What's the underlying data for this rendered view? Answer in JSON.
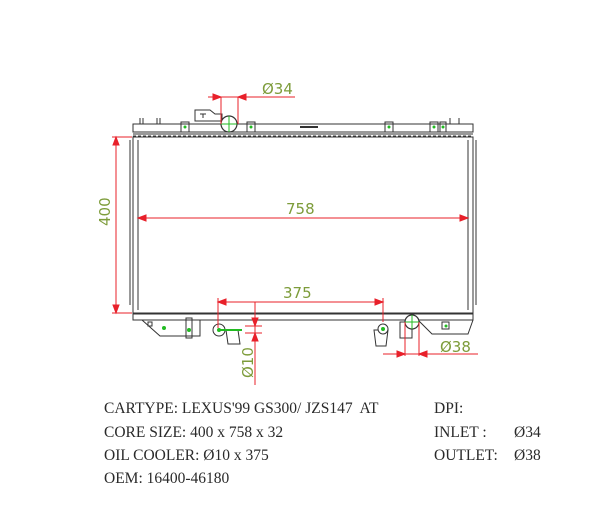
{
  "drawing": {
    "dim_width": "758",
    "dim_height": "400",
    "dim_inlet": "Ø34",
    "dim_outlet": "Ø38",
    "dim_oil_cooler_spacing": "375",
    "dim_oil_cooler_dia": "Ø10",
    "colors": {
      "outline": "#333333",
      "dimension_line": "#e8202a",
      "dimension_text": "#7d9c3a",
      "center_mark": "#22bb22"
    }
  },
  "specs": {
    "cartype": "CARTYPE: LEXUS'99 GS300/ JZS147  AT",
    "core_size": "CORE SIZE: 400 x 758 x 32",
    "oil_cooler": "OIL COOLER: Ø10 x 375",
    "oem": "OEM: 16400-46180",
    "dpi_label": "DPI:",
    "inlet_label": "INLET :",
    "inlet_value": "Ø34",
    "outlet_label": "OUTLET:",
    "outlet_value": "Ø38"
  }
}
